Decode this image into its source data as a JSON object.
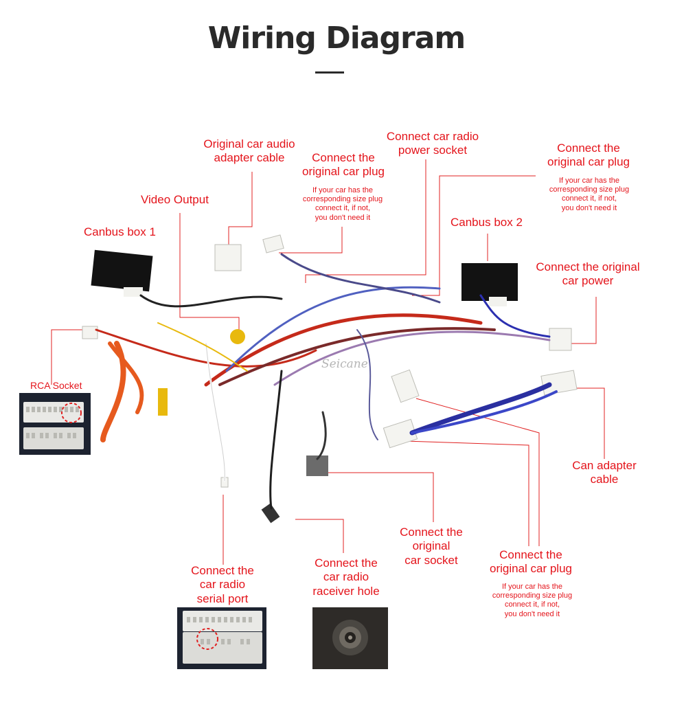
{
  "title": "Wiring Diagram",
  "watermark": "Seicane",
  "labels": {
    "canbus_box_1": "Canbus box 1",
    "video_output": "Video Output",
    "original_audio_adapter": [
      "Original car audio",
      "adapter cable"
    ],
    "connect_original_plug_1": [
      "Connect the",
      "original car plug"
    ],
    "power_socket": [
      "Connect car radio",
      "power socket"
    ],
    "connect_original_plug_2": [
      "Connect the",
      "original car plug"
    ],
    "canbus_box_2": "Canbus box 2",
    "original_car_power": [
      "Connect the original",
      "car power"
    ],
    "rca_socket": "RCA Socket",
    "can_adapter_cable": [
      "Can adapter",
      "cable"
    ],
    "serial_port": [
      "Connect the",
      "car radio",
      "serial port"
    ],
    "receiver_hole": [
      "Connect the",
      "car radio",
      "raceiver hole"
    ],
    "original_car_socket": [
      "Connect the",
      "original",
      "car socket"
    ],
    "connect_original_plug_3": [
      "Connect the",
      "original car plug"
    ]
  },
  "note_text": [
    "If your car has the",
    "corresponding size plug",
    "connect it, if not,",
    "you don't need it"
  ],
  "colors": {
    "label_red": "#e4141b",
    "line_red": "#e02020",
    "title": "#2a2a2a"
  }
}
